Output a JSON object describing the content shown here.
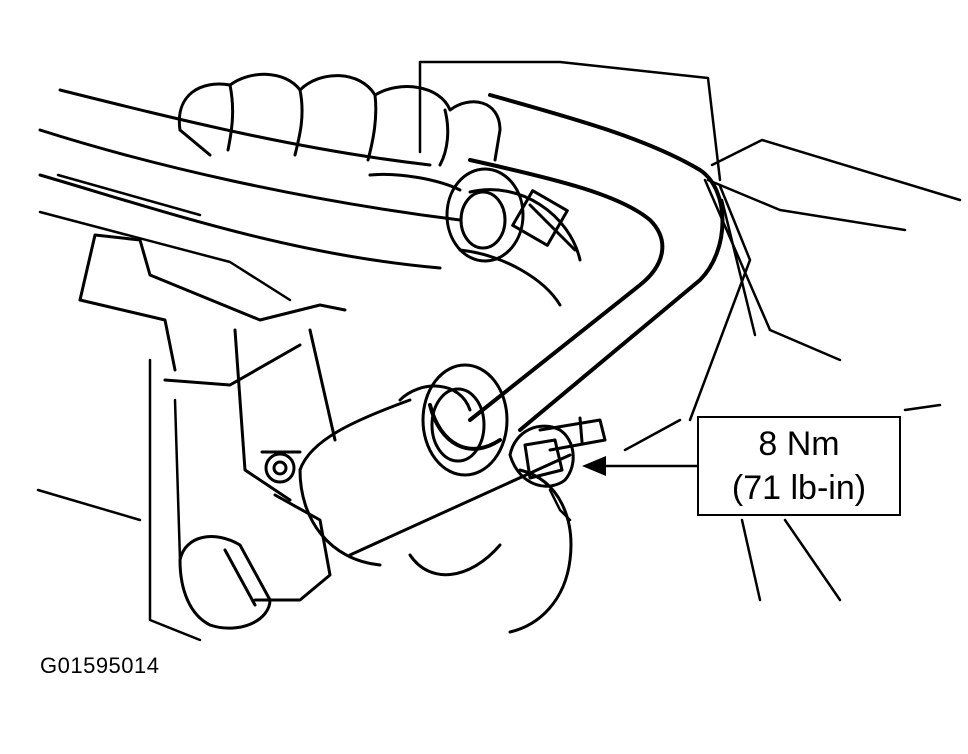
{
  "callout": {
    "torque_nm": "8 Nm",
    "torque_lbin": "(71 lb-in)"
  },
  "figure_id": "G01595014",
  "colors": {
    "ink": "#000000",
    "paper": "#ffffff"
  },
  "icons": {
    "callout_pointer": "arrow-left-icon"
  }
}
